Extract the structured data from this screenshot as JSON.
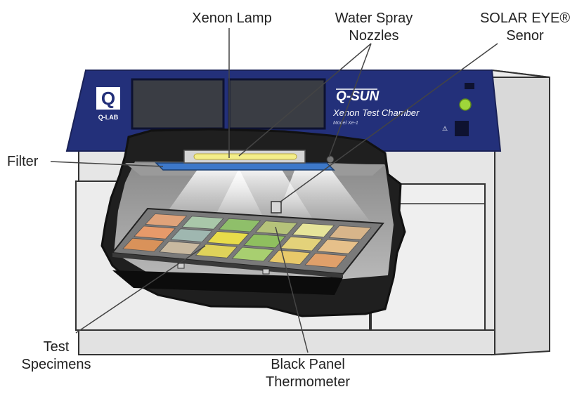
{
  "labels": {
    "xenon_lamp": "Xenon Lamp",
    "water_spray_line1": "Water Spray",
    "water_spray_line2": "Nozzles",
    "solar_eye_line1": "SOLAR EYE®",
    "solar_eye_line2": "Senor",
    "filter": "Filter",
    "test_line1": "Test",
    "test_line2": "Specimens",
    "black_panel_line1": "Black Panel",
    "black_panel_line2": "Thermometer"
  },
  "device": {
    "logo_letter": "Q",
    "logo_sub": "Q-LAB",
    "brand": "Q-SUN",
    "subtitle": "Xenon Test Chamber",
    "model": "Model Xe-1",
    "warning_glyph": "⚠"
  },
  "colors": {
    "panel_blue": "#23307a",
    "body_gray": "#e4e4e4",
    "lamp_yellow": "#f3ee8a",
    "indicator_green": "#9fd63a"
  },
  "specimen_colors": [
    "#e0a37a",
    "#a9c7a9",
    "#8fbf6a",
    "#b5c27a",
    "#e6e49a",
    "#d8b58a",
    "#e79a6a",
    "#9fb7b0",
    "#e8dc4a",
    "#8fbf5f",
    "#e3d27a",
    "#e6c08a",
    "#d9925a",
    "#c9b9a0",
    "#dfd25a",
    "#a8cf70",
    "#e8c96a",
    "#e0a06a"
  ]
}
